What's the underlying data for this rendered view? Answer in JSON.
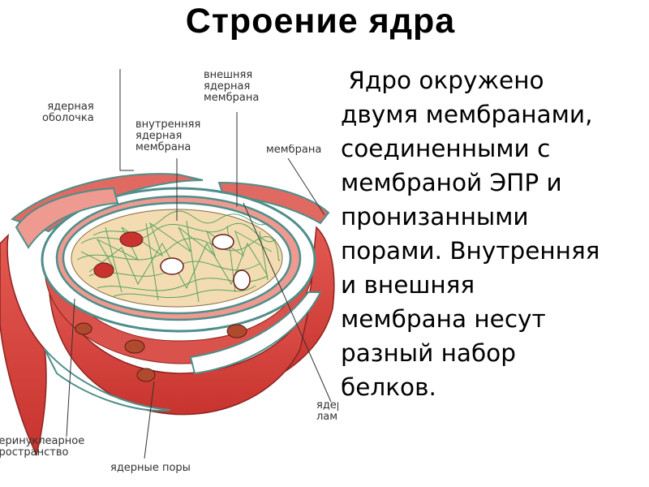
{
  "slide": {
    "title": "Строение ядра",
    "body": " Ядро окружено\nдвумя мембранами,\nсоединенными с\nмембраной ЭПР и\nпронизанными\nпорами. Внутренняя\nи внешняя\nмембрана несут\nразный набор\nбелков."
  },
  "diagram": {
    "labels": {
      "envelope": "ядерная\nоболочка",
      "outer_membrane": "внешняя\nядерная\nмембрана",
      "inner_membrane": "внутренняя\nядерная\nмембрана",
      "membrane_right": "мембрана",
      "perinuclear": "перинуклеарное\nпространство",
      "pores": "ядерные поры",
      "lamina": "ядерная\nламина"
    }
  },
  "colors": {
    "membrane_red": "#d8403c",
    "membrane_light": "#ee9a90",
    "membrane_white": "#ffffff",
    "edge_teal": "#4f8e8a",
    "nucleoplasm": "#f3dcb2",
    "chromatin": "#3e9a50"
  }
}
